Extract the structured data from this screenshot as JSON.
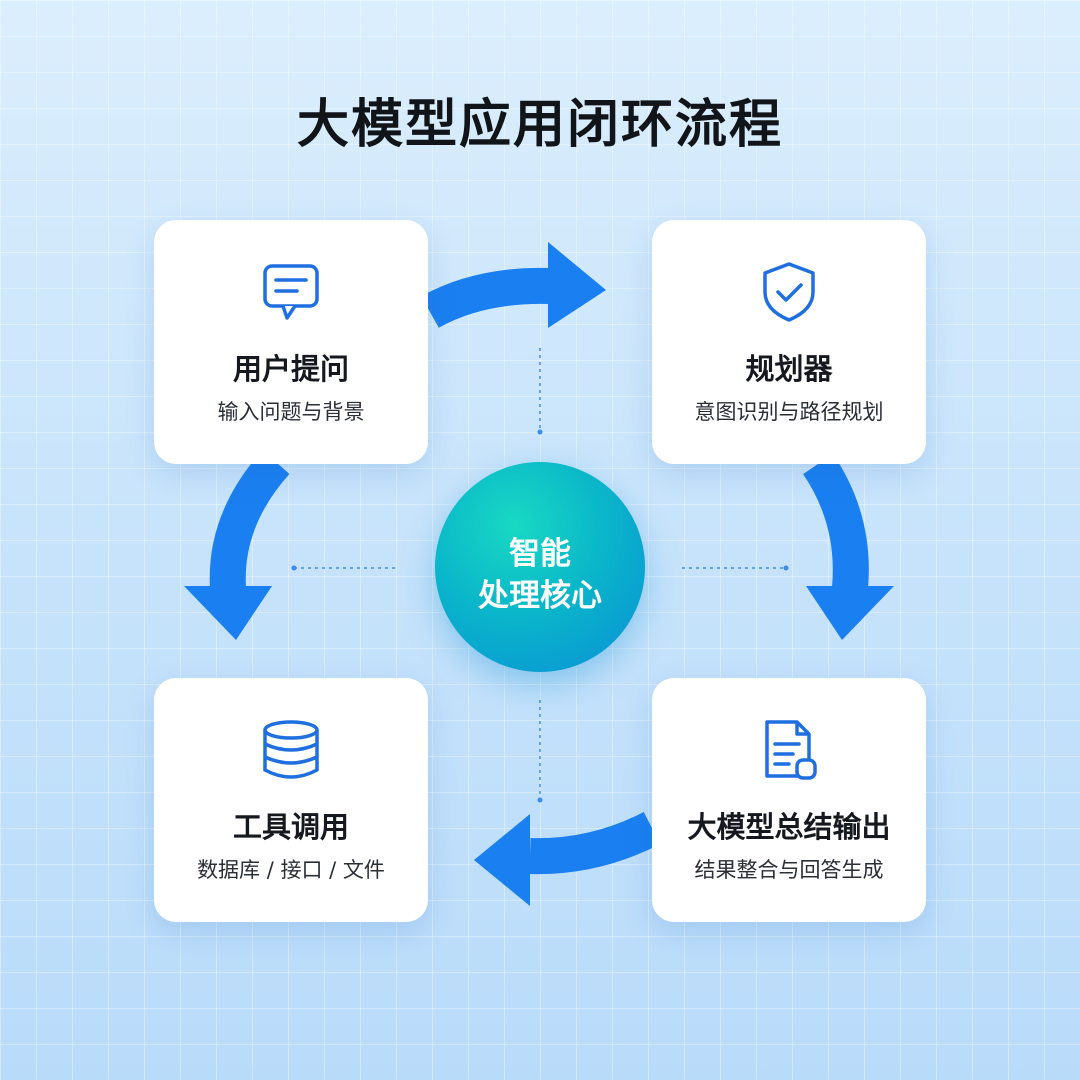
{
  "title": "大模型应用闭环流程",
  "colors": {
    "arrow": "#1a7ff0",
    "icon": "#1f6fe0",
    "card": "#ffffff",
    "core_start": "#18d9c3",
    "core_end": "#0a8fd8",
    "dashed": "#3b8de8"
  },
  "steps": [
    {
      "title": "用户提问",
      "subtitle": "输入问题与背景",
      "icon": "chat-bubble-icon"
    },
    {
      "title": "规划器",
      "subtitle": "意图识别与路径规划",
      "icon": "shield-check-icon"
    },
    {
      "title": "大模型总结输出",
      "subtitle": "结果整合与回答生成",
      "icon": "document-icon"
    },
    {
      "title": "工具调用",
      "subtitle": "数据库 / 接口 / 文件",
      "icon": "database-icon"
    }
  ],
  "core": {
    "line1": "智能",
    "line2": "处理核心"
  }
}
